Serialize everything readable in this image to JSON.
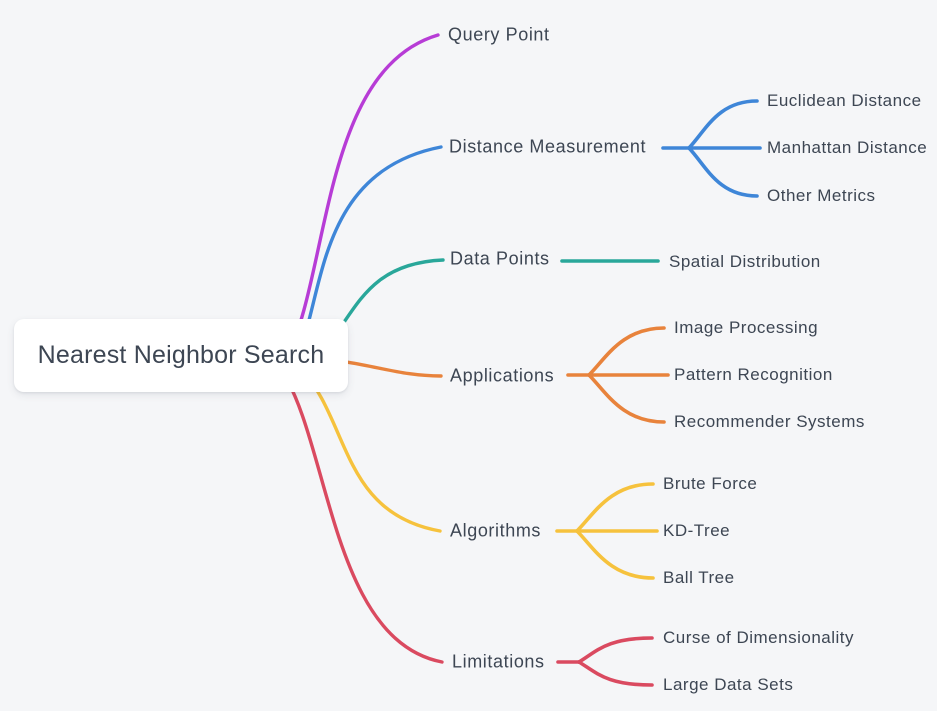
{
  "canvas": {
    "background": "#f5f6f8",
    "text_color": "#3d4653",
    "node_background": "#ffffff"
  },
  "root": {
    "label": "Nearest Neighbor Search"
  },
  "branches": [
    {
      "id": "query-point",
      "label": "Query Point",
      "color": "#b73cd6",
      "children": []
    },
    {
      "id": "distance-measurement",
      "label": "Distance Measurement",
      "color": "#3e86d8",
      "children": [
        {
          "label": "Euclidean Distance"
        },
        {
          "label": "Manhattan Distance"
        },
        {
          "label": "Other Metrics"
        }
      ]
    },
    {
      "id": "data-points",
      "label": "Data Points",
      "color": "#29a79a",
      "children": [
        {
          "label": "Spatial Distribution"
        }
      ]
    },
    {
      "id": "applications",
      "label": "Applications",
      "color": "#e8833c",
      "children": [
        {
          "label": "Image Processing"
        },
        {
          "label": "Pattern Recognition"
        },
        {
          "label": "Recommender Systems"
        }
      ]
    },
    {
      "id": "algorithms",
      "label": "Algorithms",
      "color": "#f6c23d",
      "children": [
        {
          "label": "Brute Force"
        },
        {
          "label": "KD-Tree"
        },
        {
          "label": "Ball Tree"
        }
      ]
    },
    {
      "id": "limitations",
      "label": "Limitations",
      "color": "#da4a60",
      "children": [
        {
          "label": "Curse of Dimensionality"
        },
        {
          "label": "Large Data Sets"
        }
      ]
    }
  ]
}
